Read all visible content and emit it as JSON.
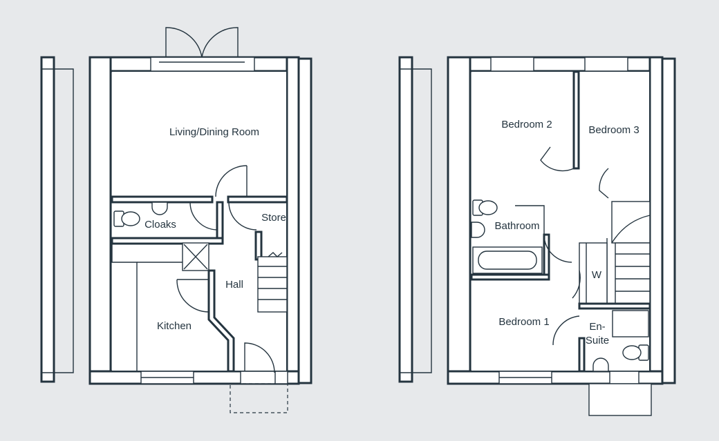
{
  "ground_floor": {
    "rooms": {
      "living_dining": "Living/Dining Room",
      "cloaks": "Cloaks",
      "store": "Store",
      "hall": "Hall",
      "kitchen": "Kitchen"
    }
  },
  "first_floor": {
    "rooms": {
      "bedroom2": "Bedroom 2",
      "bedroom3": "Bedroom 3",
      "bathroom": "Bathroom",
      "wardrobe": "W",
      "bedroom1": "Bedroom 1",
      "ensuite_line1": "En-",
      "ensuite_line2": "Suite"
    }
  },
  "colors": {
    "background": "#e7e9eb",
    "line": "#24343f",
    "fill": "#ffffff"
  }
}
